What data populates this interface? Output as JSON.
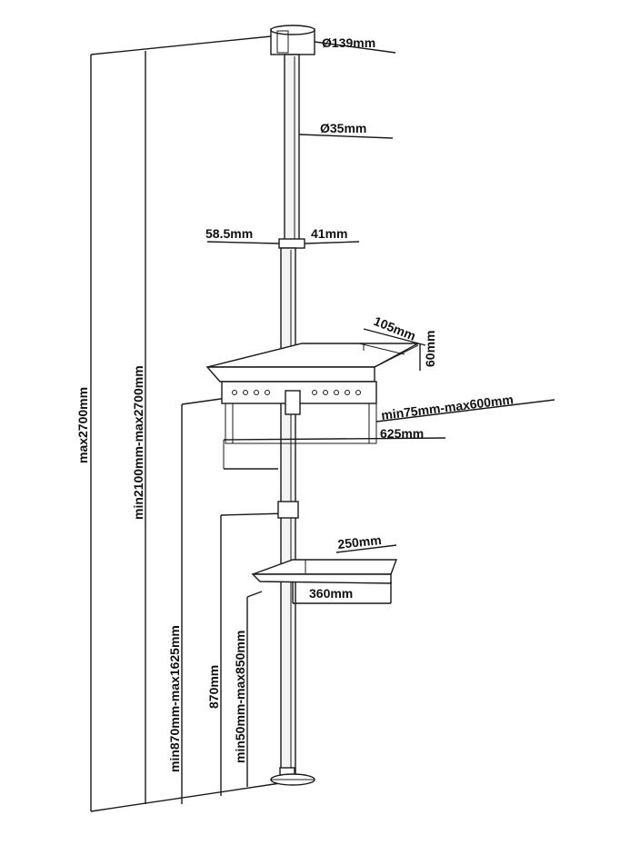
{
  "labels": {
    "top_diameter": "Ø139mm",
    "pole_diameter": "Ø35mm",
    "clamp_left": "58.5mm",
    "clamp_right": "41mm",
    "shelf_depth": "105mm",
    "shelf_height": "60mm",
    "vesa_range": "min75mm-max600mm",
    "bracket_width": "625mm",
    "tray_depth": "250mm",
    "tray_width": "360mm",
    "max_height": "max2700mm",
    "pole_range": "min2100mm-max2700mm",
    "bracket_height": "min870mm-max1625mm",
    "tray_fixed": "870mm",
    "tray_range": "min50mm-max850mm"
  },
  "colors": {
    "line": "#1a1a1a",
    "background": "#ffffff"
  }
}
